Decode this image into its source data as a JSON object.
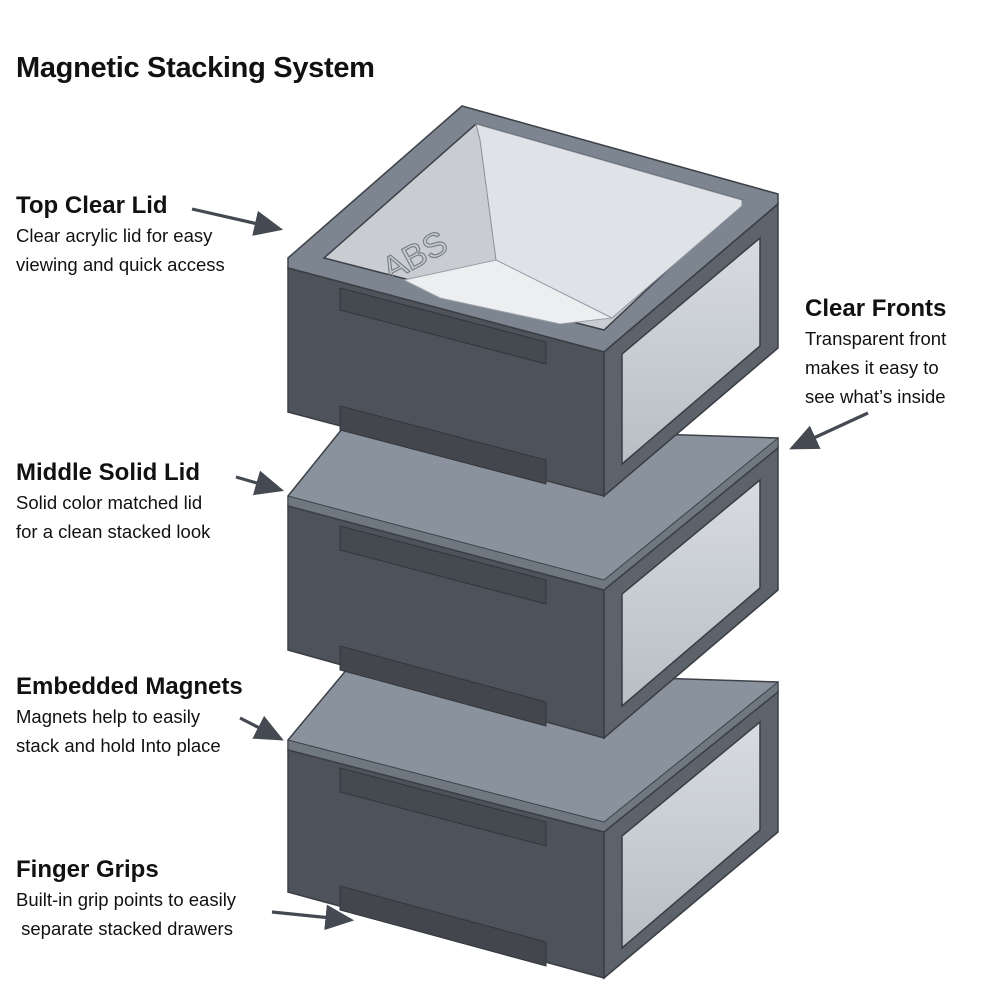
{
  "title": "Magnetic Stacking System",
  "callouts": {
    "top_lid": {
      "heading": "Top Clear Lid",
      "lines": [
        "Clear acrylic lid for easy",
        "viewing and quick access"
      ]
    },
    "middle_lid": {
      "heading": "Middle Solid Lid",
      "lines": [
        "Solid color matched lid",
        "for a clean stacked look"
      ]
    },
    "magnets": {
      "heading": "Embedded Magnets",
      "lines": [
        "Magnets help to easily",
        "stack and hold Into place"
      ]
    },
    "grips": {
      "heading": "Finger Grips",
      "lines": [
        "Built-in grip points to easily",
        " separate stacked drawers"
      ]
    },
    "fronts": {
      "heading": "Clear Fronts",
      "lines": [
        "Transparent front",
        "makes it easy to",
        "see what’s inside"
      ]
    }
  },
  "engraving": "ABS",
  "colors": {
    "drawer_dark": "#4e535b",
    "lid_gray": "#8a939d",
    "clear_panel": "#c7ccd1",
    "arrow": "#454a52"
  },
  "icons": [
    "arrow-icon"
  ]
}
